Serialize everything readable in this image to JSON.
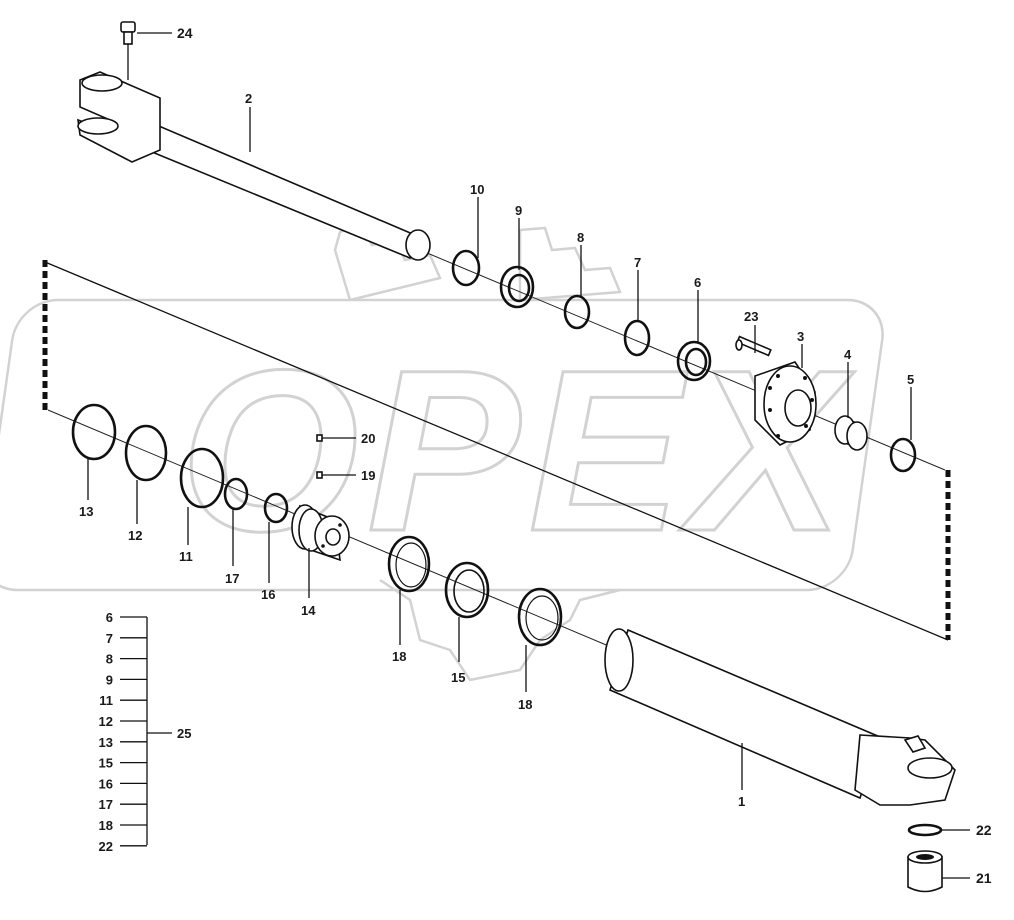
{
  "watermark": "OPEX",
  "callouts": {
    "c1": "1",
    "c2": "2",
    "c3": "3",
    "c4": "4",
    "c5": "5",
    "c6": "6",
    "c7": "7",
    "c8": "8",
    "c9": "9",
    "c10": "10",
    "c11": "11",
    "c12": "12",
    "c13": "13",
    "c14": "14",
    "c15": "15",
    "c16": "16",
    "c17": "17",
    "c18a": "18",
    "c18b": "18",
    "c19": "19",
    "c20": "20",
    "c21": "21",
    "c22": "22",
    "c23": "23",
    "c24": "24"
  },
  "kit": {
    "items": [
      "6",
      "7",
      "8",
      "9",
      "11",
      "12",
      "13",
      "15",
      "16",
      "17",
      "18",
      "22"
    ],
    "label": "25"
  }
}
